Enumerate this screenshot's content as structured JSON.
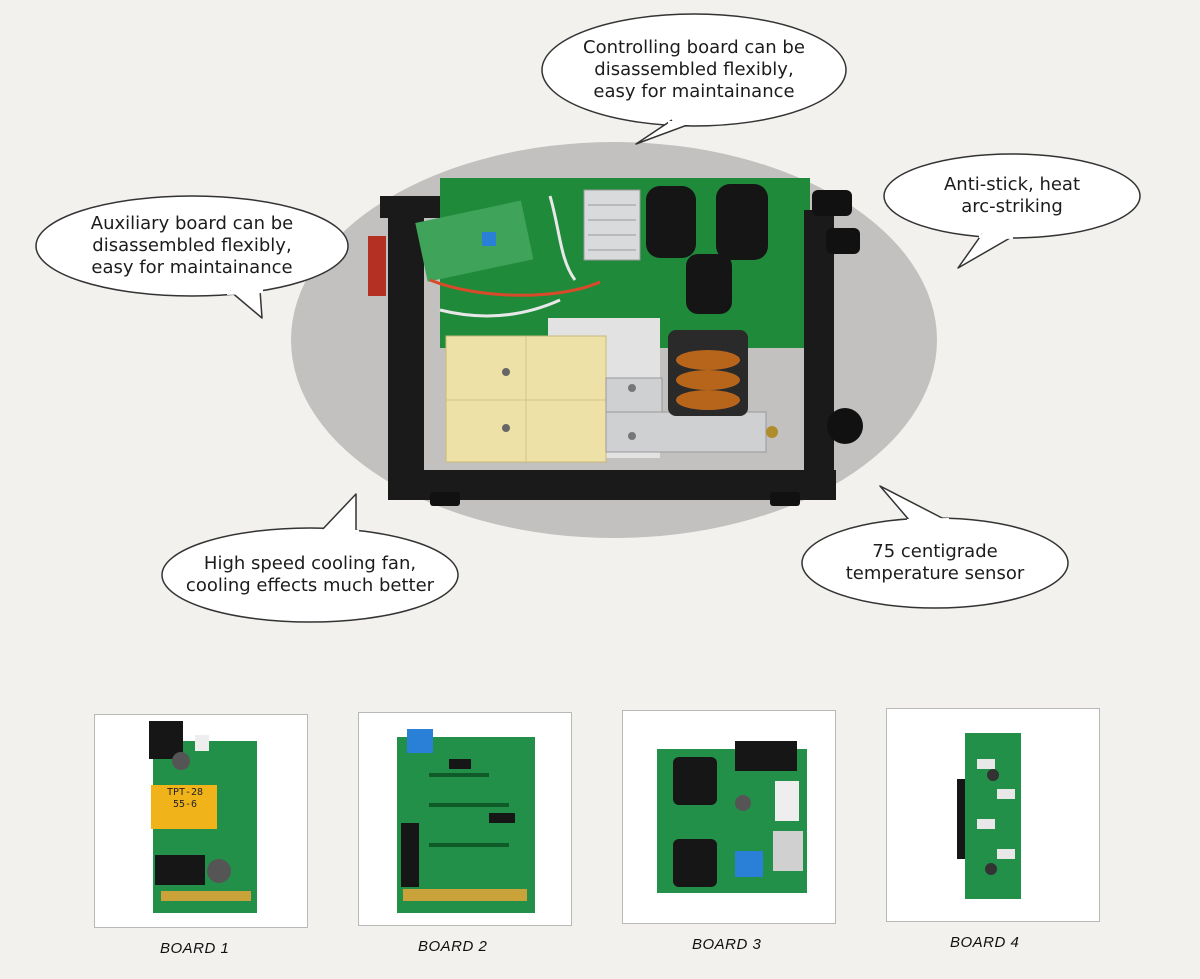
{
  "callouts": {
    "controlling_board": "Controlling board can be\ndisassembled flexibly,\neasy for maintainance",
    "auxiliary_board": "Auxiliary board can be\ndisassembled flexibly,\neasy for maintainance",
    "anti_stick": "Anti-stick, heat\narc-striking",
    "cooling_fan": "High speed cooling fan,\ncooling effects much better",
    "temperature_sensor": "75 centigrade\ntemperature sensor"
  },
  "boards": [
    {
      "label": "BOARD 1",
      "chip_label": "TPT-28\n55-6"
    },
    {
      "label": "BOARD 2"
    },
    {
      "label": "BOARD 3"
    },
    {
      "label": "BOARD 4"
    }
  ],
  "colors": {
    "background": "#f2f1ee",
    "backdrop_ellipse": "#c2c1bf",
    "pcb_green": "#1f8a3a",
    "chassis": "#1a1a1a",
    "heatsink_panel": "#ede1a8"
  }
}
